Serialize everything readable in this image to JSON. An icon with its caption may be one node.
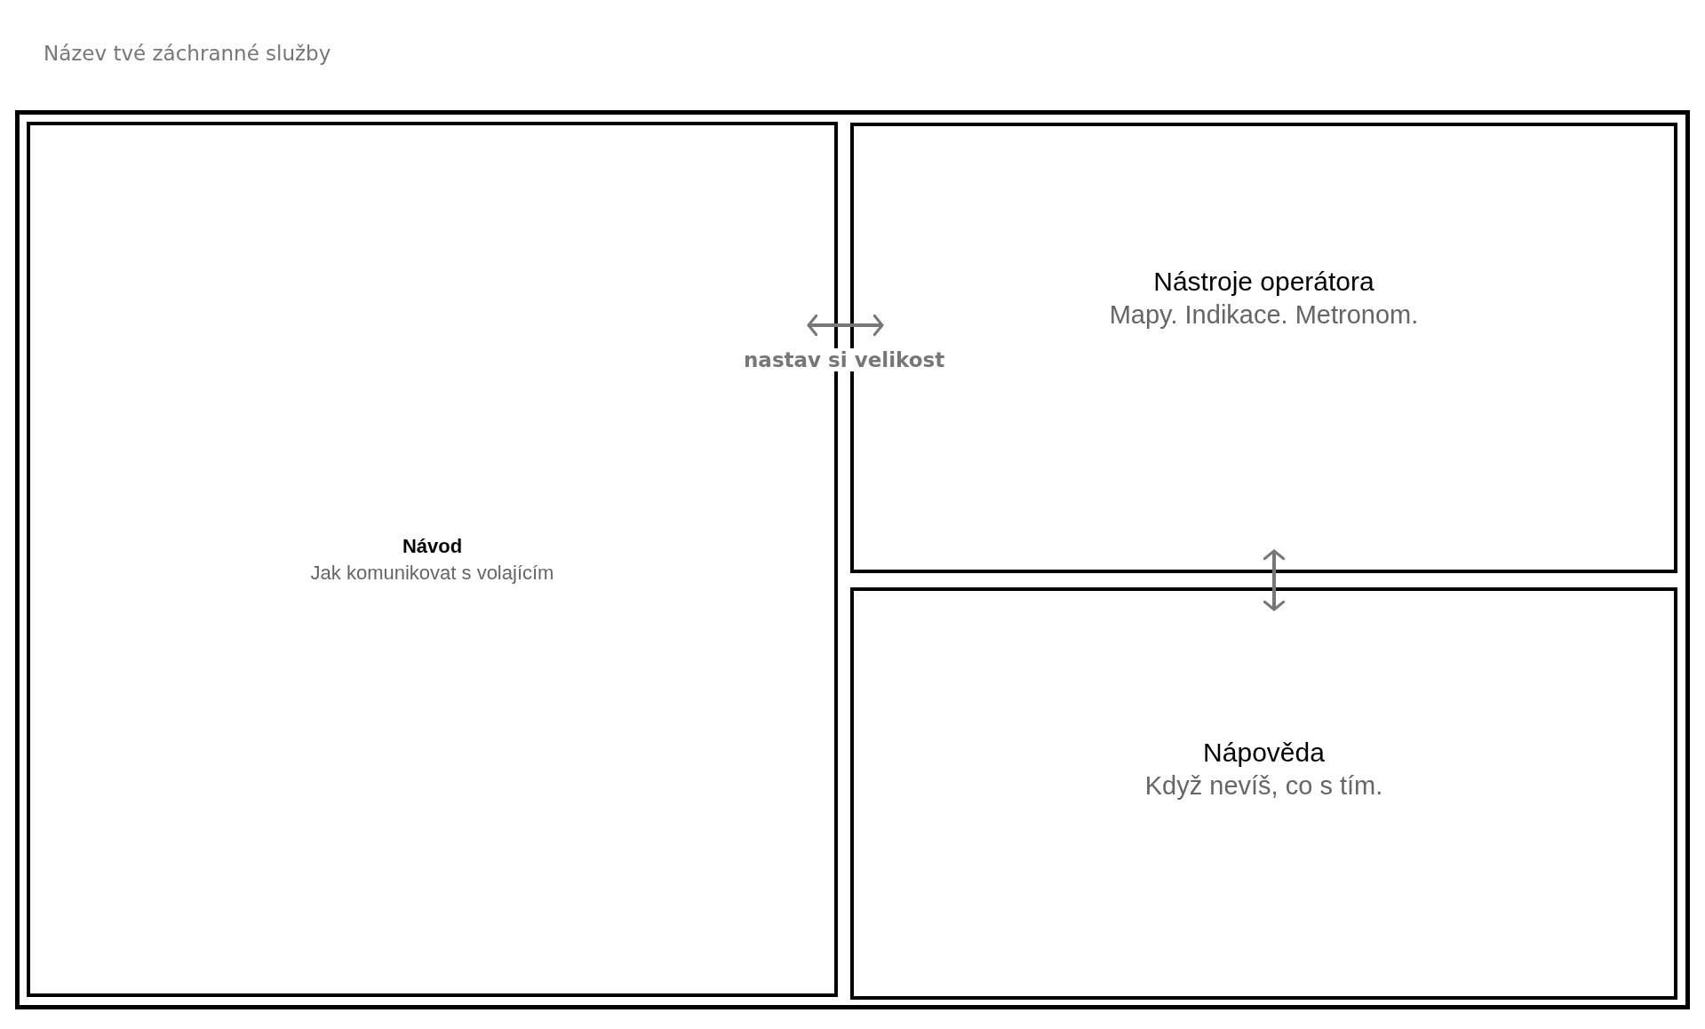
{
  "diagram": {
    "title": "Název tvé záchranné služby",
    "nodes": [
      {
        "text": [],
        "shape": "box"
      },
      {
        "text": [
          "Návod",
          "Jak komunikovat s volajícím"
        ],
        "in": 0
      },
      {
        "text": [
          "Nástroje operátora",
          "Mapy. Indikace. Metronom."
        ],
        "in": 0
      },
      {
        "text": [
          "Nápověda",
          "Když nevíš, co s tím."
        ],
        "in": 0
      }
    ],
    "edges": [
      {
        "from": 1,
        "to": 2,
        "arrow": "both",
        "color": "#777777"
      },
      {
        "from": 2,
        "to": 3,
        "arrow": "both",
        "color": "#777777"
      }
    ],
    "labels": [
      "nastav si velikost"
    ]
  }
}
